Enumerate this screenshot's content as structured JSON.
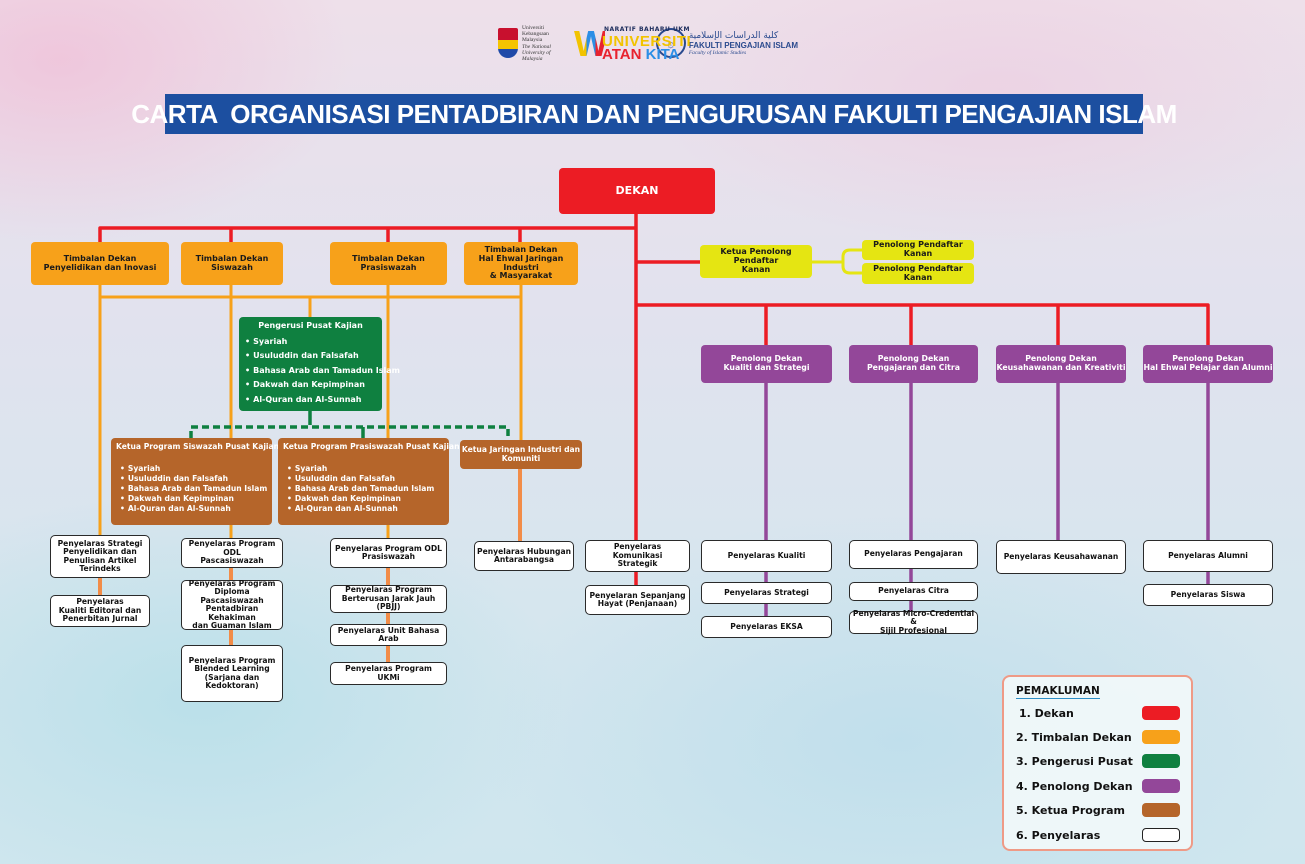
{
  "logos": {
    "ukm": {
      "name": "Universiti Kebangsaan Malaysia",
      "subtitle": "The National University of Malaysia"
    },
    "campaign": {
      "tagline": "NARATIF BAHARU UKM",
      "line1": "UNIVERSITI",
      "w_letter": "W",
      "line2_a": "ATAN",
      "line2_b": " KITA"
    },
    "faculty": {
      "arabic": "كلية الدراسات الإسلامية",
      "name": "FAKULTI PENGAJIAN ISLAM",
      "english": "Faculty of Islamic Studies",
      "circle_glyph": "۞"
    }
  },
  "title": "CARTA  ORGANISASI PENTADBIRAN DAN PENGURUSAN FAKULTI PENGAJIAN ISLAM",
  "nodes": {
    "dekan": "DEKAN",
    "td_penyelidikan": [
      "Timbalan Dekan",
      "Penyelidikan dan Inovasi"
    ],
    "td_siswazah": [
      "Timbalan Dekan",
      "Siswazah"
    ],
    "td_prasiswazah": [
      "Timbalan Dekan",
      "Prasiswazah"
    ],
    "td_jaringan": [
      "Timbalan Dekan",
      "Hal Ehwal Jaringan Industri",
      "& Masyarakat"
    ],
    "ketua_ppk": [
      "Ketua Penolong Pendaftar",
      "Kanan"
    ],
    "ppk_1": "Penolong Pendaftar Kanan",
    "ppk_2": "Penolong Pendaftar Kanan",
    "pengerusi_pusat": {
      "title": "Pengerusi Pusat Kajian",
      "items": [
        "Syariah",
        "Usuluddin dan Falsafah",
        "Bahasa Arab dan Tamadun Islam",
        "Dakwah dan Kepimpinan",
        "Al-Quran dan Al-Sunnah"
      ]
    },
    "kp_siswazah": {
      "title": "Ketua Program Siswazah Pusat Kajian",
      "items": [
        "Syariah",
        "Usuluddin dan Falsafah",
        "Bahasa Arab dan Tamadun Islam",
        "Dakwah dan Kepimpinan",
        "Al-Quran dan Al-Sunnah"
      ]
    },
    "kp_prasiswazah": {
      "title": "Ketua Program Prasiswazah Pusat Kajian",
      "items": [
        "Syariah",
        "Usuluddin dan Falsafah",
        "Bahasa Arab dan Tamadun Islam",
        "Dakwah dan Kepimpinan",
        "Al-Quran dan Al-Sunnah"
      ]
    },
    "ketua_jaringan": [
      "Ketua Jaringan Industri dan",
      "Komuniti"
    ],
    "pd_kualiti": [
      "Penolong Dekan",
      "Kualiti dan Strategi"
    ],
    "pd_pengajaran": [
      "Penolong Dekan",
      "Pengajaran dan Citra"
    ],
    "pd_keusahawanan": [
      "Penolong Dekan",
      "Keusahawanan dan Kreativiti"
    ],
    "pd_hep": [
      "Penolong Dekan",
      "Hal Ehwal Pelajar dan Alumni"
    ],
    "py_strategi_penyelidikan": [
      "Penyelaras Strategi",
      "Penyelidikan dan",
      "Penulisan Artikel",
      "Terindeks"
    ],
    "py_kualiti_editoral": [
      "Penyelaras",
      "Kualiti Editoral dan",
      "Penerbitan Jurnal"
    ],
    "py_odl_pasca": [
      "Penyelaras Program ODL",
      "Pascasiswazah"
    ],
    "py_diploma_pasca": [
      "Penyelaras Program",
      "Diploma Pascasiswazah",
      "Pentadbiran Kehakiman",
      "dan Guaman Islam"
    ],
    "py_blended": [
      "Penyelaras Program",
      "Blended Learning",
      "(Sarjana dan",
      "Kedoktoran)"
    ],
    "py_odl_pra": [
      "Penyelaras Program ODL",
      "Prasiswazah"
    ],
    "py_pbjj": [
      "Penyelaras Program",
      "Berterusan Jarak Jauh (PBJJ)"
    ],
    "py_bahasa_arab": "Penyelaras Unit Bahasa Arab",
    "py_ukmi": "Penyelaras Program UKMi",
    "py_hubungan": [
      "Penyelaras Hubungan",
      "Antarabangsa"
    ],
    "py_komunikasi": [
      "Penyelaras Komunikasi",
      "Strategik"
    ],
    "py_sepanjang_hayat": [
      "Penyelaran Sepanjang",
      "Hayat (Penjanaan)"
    ],
    "py_kualiti": "Penyelaras Kualiti",
    "py_strategi": "Penyelaras Strategi",
    "py_eksa": "Penyelaras EKSA",
    "py_pengajaran": "Penyelaras Pengajaran",
    "py_citra": "Penyelaras Citra",
    "py_micro": [
      "Penyelaras Micro-Credential &",
      "Sijil Profesional"
    ],
    "py_keusahawanan": "Penyelaras Keusahawanan",
    "py_alumni": "Penyelaras Alumni",
    "py_siswa": "Penyelaras Siswa"
  },
  "bullet": "•",
  "legend": {
    "title": "PEMAKLUMAN",
    "items": [
      {
        "label": "1. Dekan",
        "color": "#ec1c24"
      },
      {
        "label": "2. Timbalan Dekan",
        "color": "#f7a11a"
      },
      {
        "label": "3. Pengerusi Pusat",
        "color": "#0f8040"
      },
      {
        "label": "4. Penolong Dekan",
        "color": "#934799"
      },
      {
        "label": "5. Ketua Program",
        "color": "#b5652a"
      },
      {
        "label": "6. Penyelaras",
        "color": "#ffffff"
      }
    ]
  },
  "colors": {
    "red": "#ec1c24",
    "orange": "#f7a11a",
    "light_orange": "#f28c48",
    "yellow": "#e5e512",
    "green": "#0f8040",
    "purple": "#934799",
    "brown": "#b5652a",
    "title_blue": "#1c4fa0"
  }
}
